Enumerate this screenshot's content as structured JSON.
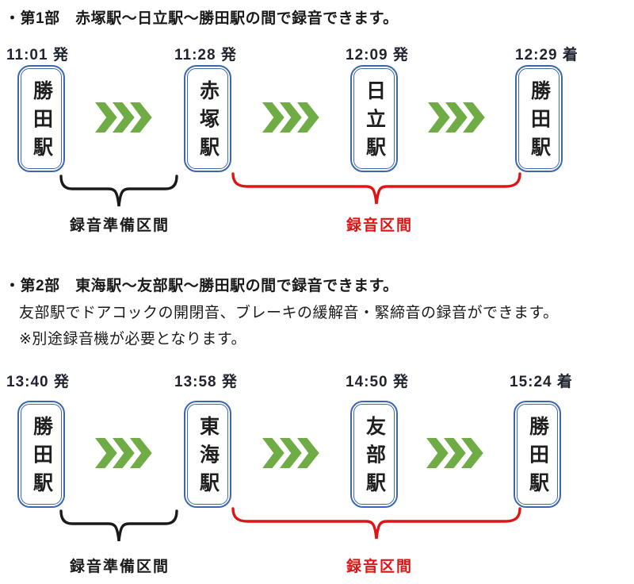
{
  "colors": {
    "box_border": "#3b67ae",
    "station_text": "#1f1f1f",
    "time_text": "#1f2430",
    "green": "#6fac46",
    "black": "#1a1a1a",
    "red": "#e01414",
    "ink": "#1a1a1a"
  },
  "sections": [
    {
      "title": "・第1部　赤塚駅～日立駅～勝田駅の間で録音できます。",
      "notes": [],
      "stations": [
        {
          "name": "勝田駅",
          "time": "11:01 発"
        },
        {
          "name": "赤塚駅",
          "time": "11:28 発"
        },
        {
          "name": "日立駅",
          "time": "12:09 発"
        },
        {
          "name": "勝田駅",
          "time": "12:29 着"
        }
      ],
      "prep_label": "録音準備区間",
      "rec_label": "録音区間"
    },
    {
      "title": "・第2部　東海駅～友部駅～勝田駅の間で録音できます。",
      "notes": [
        "友部駅でドアコックの開閉音、ブレーキの緩解音・緊締音の録音ができます。",
        "※別途録音機が必要となります。"
      ],
      "stations": [
        {
          "name": "勝田駅",
          "time": "13:40 発"
        },
        {
          "name": "東海駅",
          "time": "13:58 発"
        },
        {
          "name": "友部駅",
          "time": "14:50 発"
        },
        {
          "name": "勝田駅",
          "time": "15:24 着"
        }
      ],
      "prep_label": "録音準備区間",
      "rec_label": "録音区間"
    }
  ]
}
